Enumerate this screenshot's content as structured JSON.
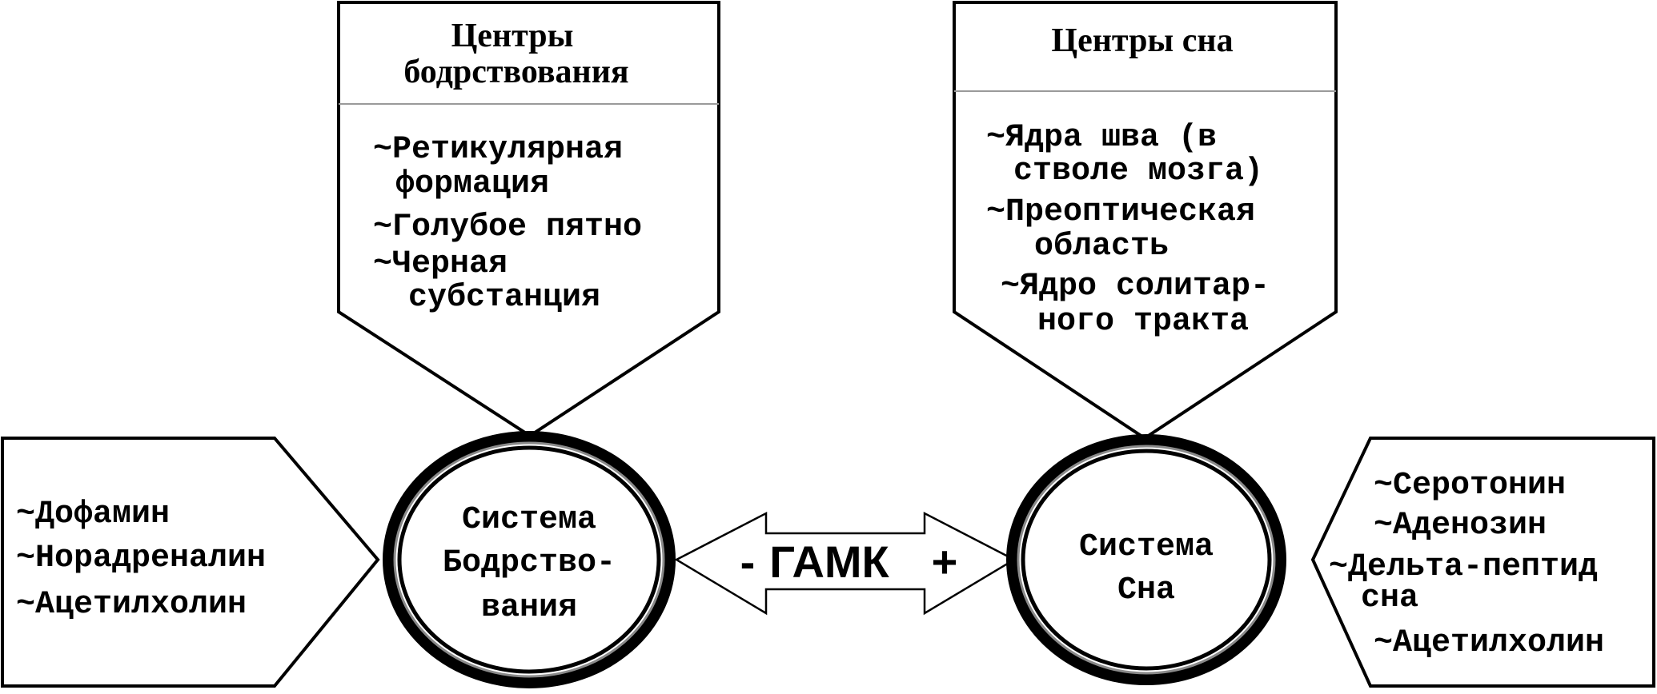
{
  "wake_centers": {
    "title_lines": [
      "Центры",
      "бодрствования"
    ],
    "items": [
      "~Ретикулярная",
      "формация",
      "~Голубое пятно",
      "~Черная",
      "субстанция"
    ]
  },
  "sleep_centers": {
    "title": "Центры сна",
    "items": [
      "~Ядра шва (в",
      "стволе мозга)",
      "~Преоптическая",
      "область",
      "~Ядро солитар-",
      "ного тракта"
    ]
  },
  "wake_system": {
    "lines": [
      "Система",
      "Бодрство-",
      "вания"
    ]
  },
  "sleep_system": {
    "lines": [
      "Система",
      "Сна"
    ]
  },
  "wake_mediators": {
    "items": [
      "~Дофамин",
      "~Норадреналин",
      "~Ацетилхолин"
    ]
  },
  "sleep_mediators": {
    "items": [
      "~Серотонин",
      "~Аденозин",
      "~Дельта-пептид",
      "сна",
      "~Ацетилхолин"
    ]
  },
  "link": {
    "minus": "-",
    "label": "ГАМК",
    "plus": "+"
  }
}
